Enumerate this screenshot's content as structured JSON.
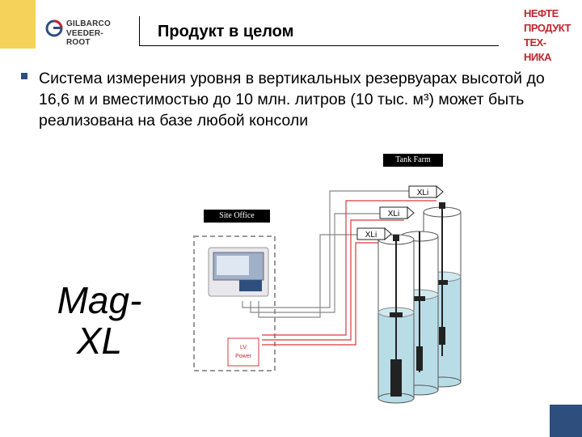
{
  "header": {
    "brand_line1": "GILBARCO",
    "brand_line2": "VEEDER-ROOT",
    "title": "Продукт в целом",
    "corp_logo_lines": [
      "НЕФТЕ",
      "ПРОДУКТ",
      "ТЕХ-НИКА"
    ]
  },
  "body": {
    "bullet_text": "Система измерения уровня в вертикальных резервуарах высотой до 16,6 м и вместимостью до 10 млн. литров (10 тыс. м³) может быть реализована на базе любой консоли"
  },
  "diagram": {
    "tank_farm_label": "Tank Farm",
    "site_office_label": "Site Office",
    "xli_labels": [
      "XLi",
      "XLi",
      "XLi"
    ],
    "lv_power_line1": "LV",
    "lv_power_line2": "Power",
    "product_label_line1": "Mag-",
    "product_label_line2": "XL"
  },
  "colors": {
    "accent_yellow": "#f5d25a",
    "accent_blue": "#2e4f7e",
    "brand_red": "#c0262d",
    "wire_red": "#d63a3a",
    "liquid": "#b9dde6"
  }
}
